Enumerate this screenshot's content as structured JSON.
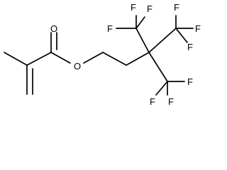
{
  "structure": {
    "atoms": {
      "carbonyl_oxygen": "O",
      "ester_oxygen": "O",
      "fluorines": [
        "F",
        "F",
        "F",
        "F",
        "F",
        "F",
        "F",
        "F",
        "F"
      ]
    }
  }
}
